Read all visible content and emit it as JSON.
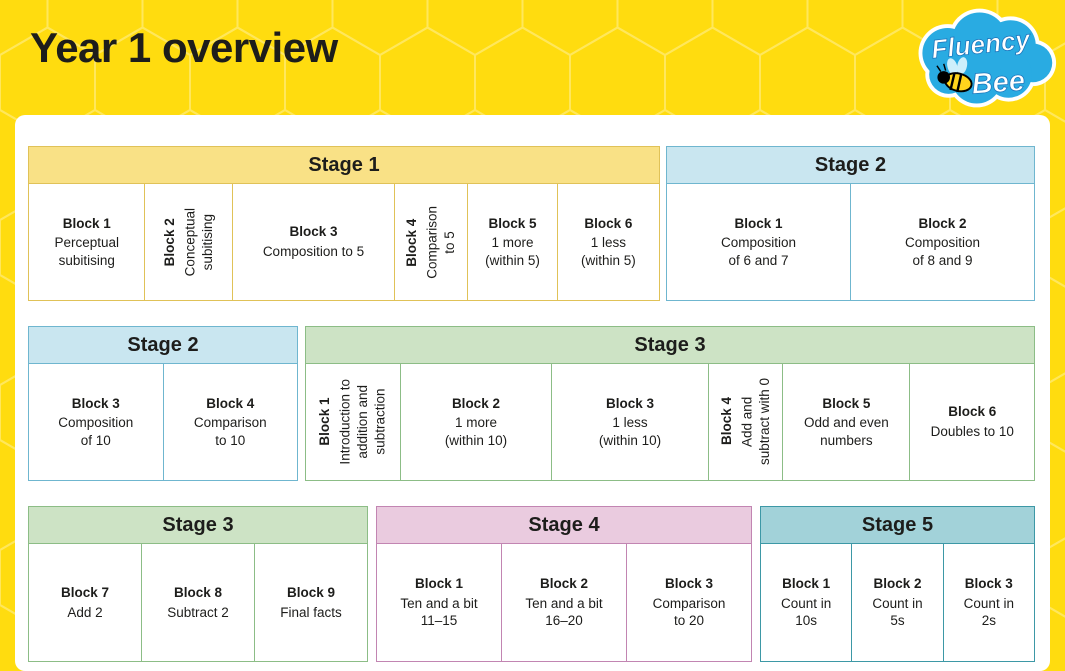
{
  "page": {
    "title": "Year 1 overview"
  },
  "logo": {
    "word1": "Fluency",
    "word2": "Bee"
  },
  "colors": {
    "background": "#FFDC0F",
    "card": "#FFFFFF",
    "text": "#1D1D1B",
    "honeycomb_line": "#FFE75C",
    "logo_blue": "#29ABE2",
    "logo_outline": "#FFFFFF",
    "themes": {
      "yellow": {
        "border": "#E0C258",
        "fill": "#F9E186"
      },
      "blue": {
        "border": "#6FB6CF",
        "fill": "#C9E6F0"
      },
      "green": {
        "border": "#8CBD86",
        "fill": "#CDE3C5"
      },
      "pink": {
        "border": "#C285B2",
        "fill": "#EACBDF"
      },
      "teal": {
        "border": "#3D98A6",
        "fill": "#A2D2D9"
      }
    }
  },
  "tables": [
    {
      "stage": "Stage 1",
      "theme": "yellow",
      "blocks": [
        {
          "title": "Block 1",
          "desc": "Perceptual\nsubitising"
        },
        {
          "title": "Block 2",
          "desc": "Conceptual\nsubitising"
        },
        {
          "title": "Block 3",
          "desc": "Composition to 5"
        },
        {
          "title": "Block 4",
          "desc": "Comparison\nto 5"
        },
        {
          "title": "Block 5",
          "desc": "1 more\n(within 5)"
        },
        {
          "title": "Block 6",
          "desc": "1 less\n(within 5)"
        }
      ]
    },
    {
      "stage": "Stage 2",
      "theme": "blue",
      "blocks": [
        {
          "title": "Block 1",
          "desc": "Composition\nof 6 and 7"
        },
        {
          "title": "Block 2",
          "desc": "Composition\nof 8 and 9"
        }
      ]
    },
    {
      "stage": "Stage 2",
      "theme": "blue",
      "blocks": [
        {
          "title": "Block 3",
          "desc": "Composition\nof 10"
        },
        {
          "title": "Block 4",
          "desc": "Comparison\nto 10"
        }
      ]
    },
    {
      "stage": "Stage 3",
      "theme": "green",
      "blocks": [
        {
          "title": "Block 1",
          "desc": "Introduction to\naddition and\nsubtraction"
        },
        {
          "title": "Block 2",
          "desc": "1 more\n(within 10)"
        },
        {
          "title": "Block 3",
          "desc": "1 less\n(within 10)"
        },
        {
          "title": "Block 4",
          "desc": "Add and\nsubtract with 0"
        },
        {
          "title": "Block 5",
          "desc": "Odd and even\nnumbers"
        },
        {
          "title": "Block 6",
          "desc": "Doubles to 10"
        }
      ]
    },
    {
      "stage": "Stage 3",
      "theme": "green",
      "blocks": [
        {
          "title": "Block 7",
          "desc": "Add 2"
        },
        {
          "title": "Block 8",
          "desc": "Subtract 2"
        },
        {
          "title": "Block 9",
          "desc": "Final facts"
        }
      ]
    },
    {
      "stage": "Stage 4",
      "theme": "pink",
      "blocks": [
        {
          "title": "Block 1",
          "desc": "Ten and a bit\n11–15"
        },
        {
          "title": "Block 2",
          "desc": "Ten and a bit\n16–20"
        },
        {
          "title": "Block 3",
          "desc": "Comparison\nto 20"
        }
      ]
    },
    {
      "stage": "Stage 5",
      "theme": "teal",
      "blocks": [
        {
          "title": "Block 1",
          "desc": "Count in\n10s"
        },
        {
          "title": "Block 2",
          "desc": "Count in\n5s"
        },
        {
          "title": "Block 3",
          "desc": "Count in\n2s"
        }
      ]
    }
  ]
}
